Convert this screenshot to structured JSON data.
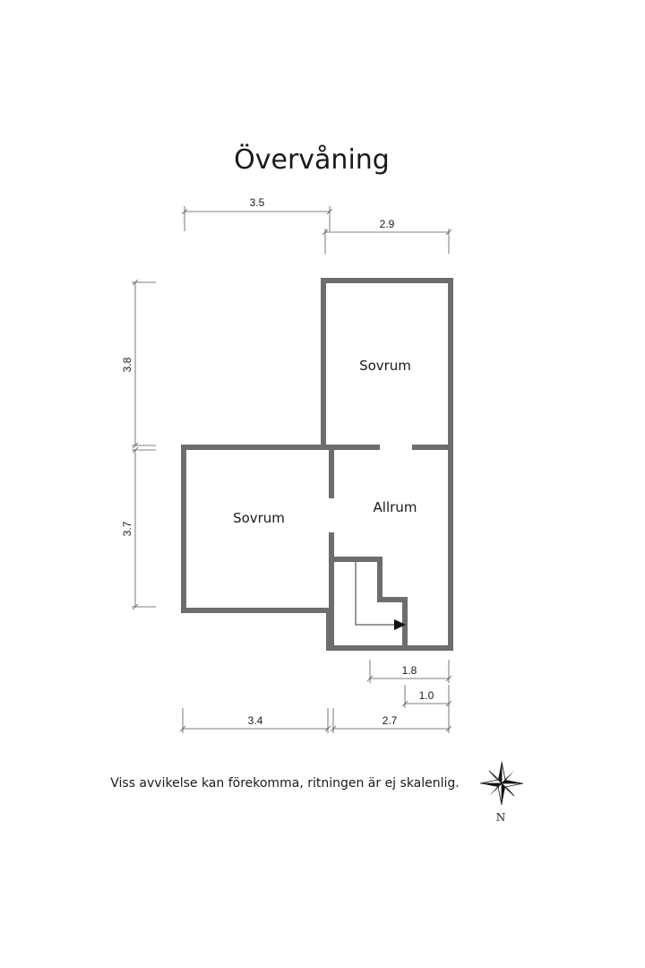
{
  "title": "Övervåning",
  "rooms": {
    "bedroom_upper": "Sovrum",
    "bedroom_left": "Sovrum",
    "family_room": "Allrum"
  },
  "dimensions": {
    "top_left_width": "3.5",
    "top_right_width": "2.9",
    "left_upper_height": "3.8",
    "left_lower_height": "3.7",
    "stair_width": "1.8",
    "stair_offset": "1.0",
    "bottom_left_width": "3.4",
    "bottom_right_width": "2.7"
  },
  "disclaimer": "Viss avvikelse kan förekomma, ritningen är ej skalenlig.",
  "compass": {
    "label": "N",
    "icon": "compass-rose-icon"
  },
  "colors": {
    "wall": "#6d6d6d",
    "text": "#1a1a1a"
  }
}
